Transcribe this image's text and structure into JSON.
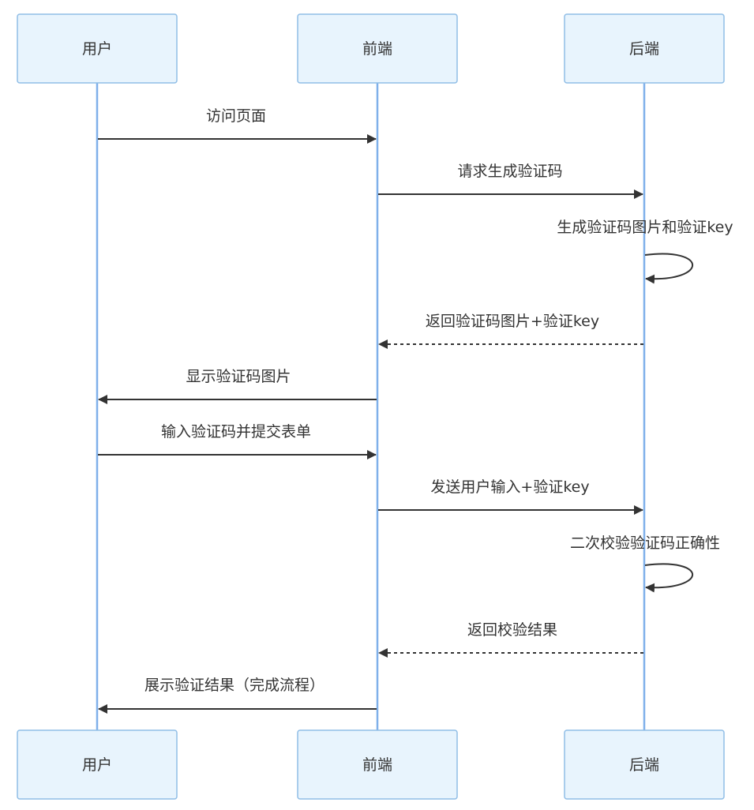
{
  "participants": [
    {
      "id": "user",
      "label": "用户"
    },
    {
      "id": "frontend",
      "label": "前端"
    },
    {
      "id": "backend",
      "label": "后端"
    }
  ],
  "messages": [
    {
      "from": "user",
      "to": "frontend",
      "label": "访问页面",
      "style": "solid"
    },
    {
      "from": "frontend",
      "to": "backend",
      "label": "请求生成验证码",
      "style": "solid"
    },
    {
      "from": "backend",
      "to": "backend",
      "label": "生成验证码图片和验证key",
      "style": "solid"
    },
    {
      "from": "backend",
      "to": "frontend",
      "label": "返回验证码图片+验证key",
      "style": "dashed"
    },
    {
      "from": "frontend",
      "to": "user",
      "label": "显示验证码图片",
      "style": "solid"
    },
    {
      "from": "user",
      "to": "frontend",
      "label": "输入验证码并提交表单",
      "style": "solid"
    },
    {
      "from": "frontend",
      "to": "backend",
      "label": "发送用户输入+验证key",
      "style": "solid"
    },
    {
      "from": "backend",
      "to": "backend",
      "label": "二次校验验证码正确性",
      "style": "solid"
    },
    {
      "from": "backend",
      "to": "frontend",
      "label": "返回校验结果",
      "style": "dashed"
    },
    {
      "from": "frontend",
      "to": "user",
      "label": "展示验证结果（完成流程）",
      "style": "solid"
    }
  ]
}
